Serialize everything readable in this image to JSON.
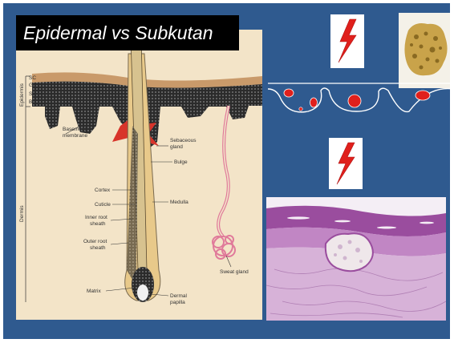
{
  "slide": {
    "title": "Epidermal vs Subkutan",
    "background": "#2f5a8f",
    "accent_red": "#e0201c"
  },
  "diagram": {
    "layer_labels": {
      "sc": "SC",
      "gl": "GL",
      "sl": "SL",
      "bl": "BL",
      "epidermis": "Epidermis",
      "dermis": "Dermis"
    },
    "labels": {
      "basement_membrane_1": "Basement",
      "basement_membrane_2": "membrane",
      "sebaceous_1": "Sebaceous",
      "sebaceous_2": "gland",
      "bulge": "Bulge",
      "cortex": "Cortex",
      "cuticle": "Cuticle",
      "medulla": "Medulla",
      "inner_root_1": "Inner root",
      "inner_root_2": "sheath",
      "outer_root_1": "Outer root",
      "outer_root_2": "sheath",
      "sweat_gland": "Sweat gland",
      "matrix": "Matrix",
      "dermal_papilla_1": "Dermal",
      "dermal_papilla_2": "papilla"
    }
  },
  "icons": {
    "top": "lightning-icon",
    "middle": "lightning-icon"
  }
}
